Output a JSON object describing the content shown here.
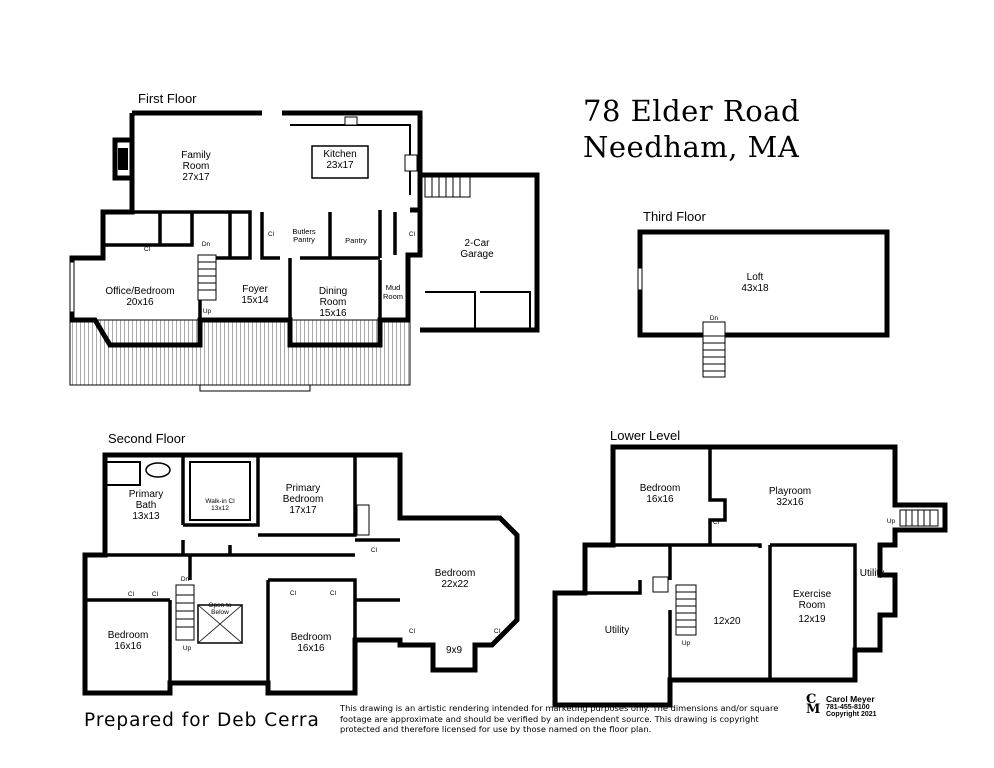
{
  "address": {
    "line1": "78 Elder Road",
    "line2": "Needham, MA"
  },
  "floors": {
    "first": {
      "title": "First Floor",
      "rooms": {
        "family_room": [
          "Family",
          "Room",
          "27x17"
        ],
        "kitchen": [
          "Kitchen",
          "23x17"
        ],
        "butlers_pantry": [
          "Butlers",
          "Pantry"
        ],
        "pantry": "Pantry",
        "office": [
          "Office/Bedroom",
          "20x16"
        ],
        "foyer": [
          "Foyer",
          "15x14"
        ],
        "dining": [
          "Dining",
          "Room",
          "15x16"
        ],
        "mud_room": [
          "Mud",
          "Room"
        ],
        "garage": [
          "2-Car",
          "Garage"
        ]
      },
      "marks": {
        "cl": "Cl",
        "dn": "Dn",
        "up": "Up"
      }
    },
    "third": {
      "title": "Third Floor",
      "rooms": {
        "loft": [
          "Loft",
          "43x18"
        ]
      },
      "marks": {
        "dn": "Dn"
      }
    },
    "second": {
      "title": "Second Floor",
      "rooms": {
        "primary_bath": [
          "Primary",
          "Bath",
          "13x13"
        ],
        "walk_in": [
          "Walk-in Cl",
          "13x12"
        ],
        "primary_bedroom": [
          "Primary",
          "Bedroom",
          "17x17"
        ],
        "bedroom_22": [
          "Bedroom",
          "22x22"
        ],
        "alcove": "9x9",
        "bedroom_left": [
          "Bedroom",
          "16x16"
        ],
        "bedroom_mid": [
          "Bedroom",
          "16x16"
        ],
        "open_below": [
          "Open to",
          "Below"
        ]
      },
      "marks": {
        "cl": "Cl",
        "dn": "Dn",
        "up": "Up"
      }
    },
    "lower": {
      "title": "Lower Level",
      "rooms": {
        "bedroom": [
          "Bedroom",
          "16x16"
        ],
        "playroom": [
          "Playroom",
          "32x16"
        ],
        "utility_right": "Utility",
        "exercise": [
          "Exercise",
          "Room",
          "12x19"
        ],
        "center": "12x20",
        "utility_left": "Utility"
      },
      "marks": {
        "cl": "Cl",
        "up": "Up"
      }
    }
  },
  "footer": {
    "prepared": "Prepared for Deb Cerra",
    "disclaimer": "This drawing is an artistic rendering intended for marketing purposes only.  The dimensions and/or square footage are approximate and should be verified by an independent source.  This drawing is copyright protected and therefore licensed for use by those named on the floor plan.",
    "logo_mark": "CM",
    "logo_name": "Carol Meyer",
    "logo_phone": "781-455-8100",
    "logo_copyright": "Copyright 2021"
  }
}
